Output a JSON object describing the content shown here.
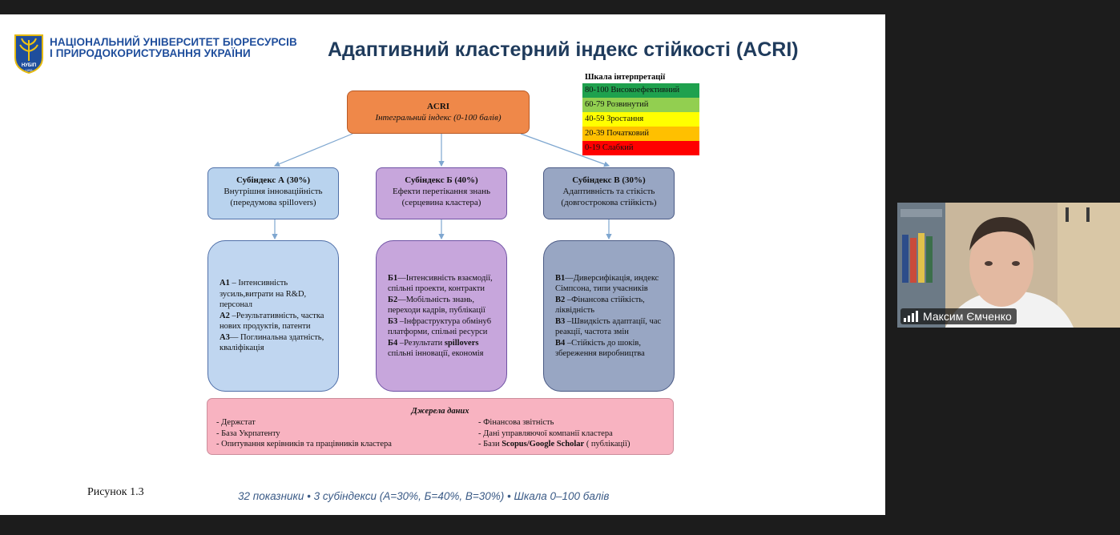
{
  "header": {
    "university_line1": "НАЦІОНАЛЬНИЙ УНІВЕРСИТЕТ БІОРЕСУРСІВ",
    "university_line2": "І ПРИРОДОКОРИСТУВАННЯ УКРАЇНИ",
    "logo_text": "НУБІП",
    "logo_year": "1898"
  },
  "slide_title": "Адаптивний кластерний індекс стійкості (ACRI)",
  "root": {
    "title": "ACRI",
    "subtitle": "Інтегральний індекс (0-100 балів)"
  },
  "subindices": [
    {
      "title": "Субіндекс А (30%)",
      "line1": "Внутрішня інноваційність",
      "line2": "(передумова spillovers)"
    },
    {
      "title": "Субіндекс Б (40%)",
      "line1": "Ефекти перетікання знань",
      "line2": "(серцевина кластера)"
    },
    {
      "title": "Субіндекс В (30%)",
      "line1": "Адаптивність та стікість",
      "line2": "(довгострокова стійкість)"
    }
  ],
  "details": {
    "a": [
      {
        "code": "А1",
        "text": " – Інтенсивність зусиль,витрати на R&D, персонал"
      },
      {
        "code": "А2",
        "text": " –Результативність, частка нових продуктів, патенти"
      },
      {
        "code": "А3",
        "text": "— Поглинальна здатність, кваліфікація"
      }
    ],
    "b": [
      {
        "code": "Б1",
        "text": "—Інтенсивність взаємодії, спільні проекти, контракти"
      },
      {
        "code": "Б2",
        "text": "—Мобільність знань, переходи кадрів, публікації"
      },
      {
        "code": "Б3",
        "text": " –Інфраструктура обміну6 платформи, спільні ресурси"
      },
      {
        "code": "Б4",
        "text": " –Результати ",
        "bold_tail": "spillovers",
        "tail": " спільні  інновації, економія"
      }
    ],
    "c": [
      {
        "code": "В1",
        "text": "—Диверсифікація, индекс Сімпсона, типи учасників"
      },
      {
        "code": "В2",
        "text": " –Фінансова стійкість, ліквідність"
      },
      {
        "code": "В3",
        "text": " –Швидкість адаптації, час реакції, частота змін"
      },
      {
        "code": "В4",
        "text": " –Стійкість до шоків, збереження виробництва"
      }
    ]
  },
  "sources": {
    "title": "Джерела даних",
    "left": [
      "- Держстат",
      "- База Укрпатенту",
      "- Опитування керівників та працівників кластера"
    ],
    "right_1": "- Фінансова звітність",
    "right_2": "- Дані управляючої компанії кластера",
    "right_3_prefix": "- Бази ",
    "right_3_bold": "Scopus/Google Scholar",
    "right_3_suffix": " ( публікації)"
  },
  "scale": {
    "title": "Шкала інтерпретації",
    "rows": [
      {
        "label": "80-100 Високоефективний",
        "color": "#1fa14e"
      },
      {
        "label": "60-79 Розвинутий",
        "color": "#92cf50"
      },
      {
        "label": "40-59 Зростання",
        "color": "#ffff00"
      },
      {
        "label": "20-39 Початковий",
        "color": "#ffc000"
      },
      {
        "label": " 0-19 Слабкий",
        "color": "#ff0000"
      }
    ]
  },
  "figure_label": "Рисунок 1.3",
  "footer": "32 показники • 3 субіндекси (А=30%, Б=40%, В=30%) • Шкала 0–100 балів",
  "video": {
    "participant_name": "Максим Ємченко"
  }
}
